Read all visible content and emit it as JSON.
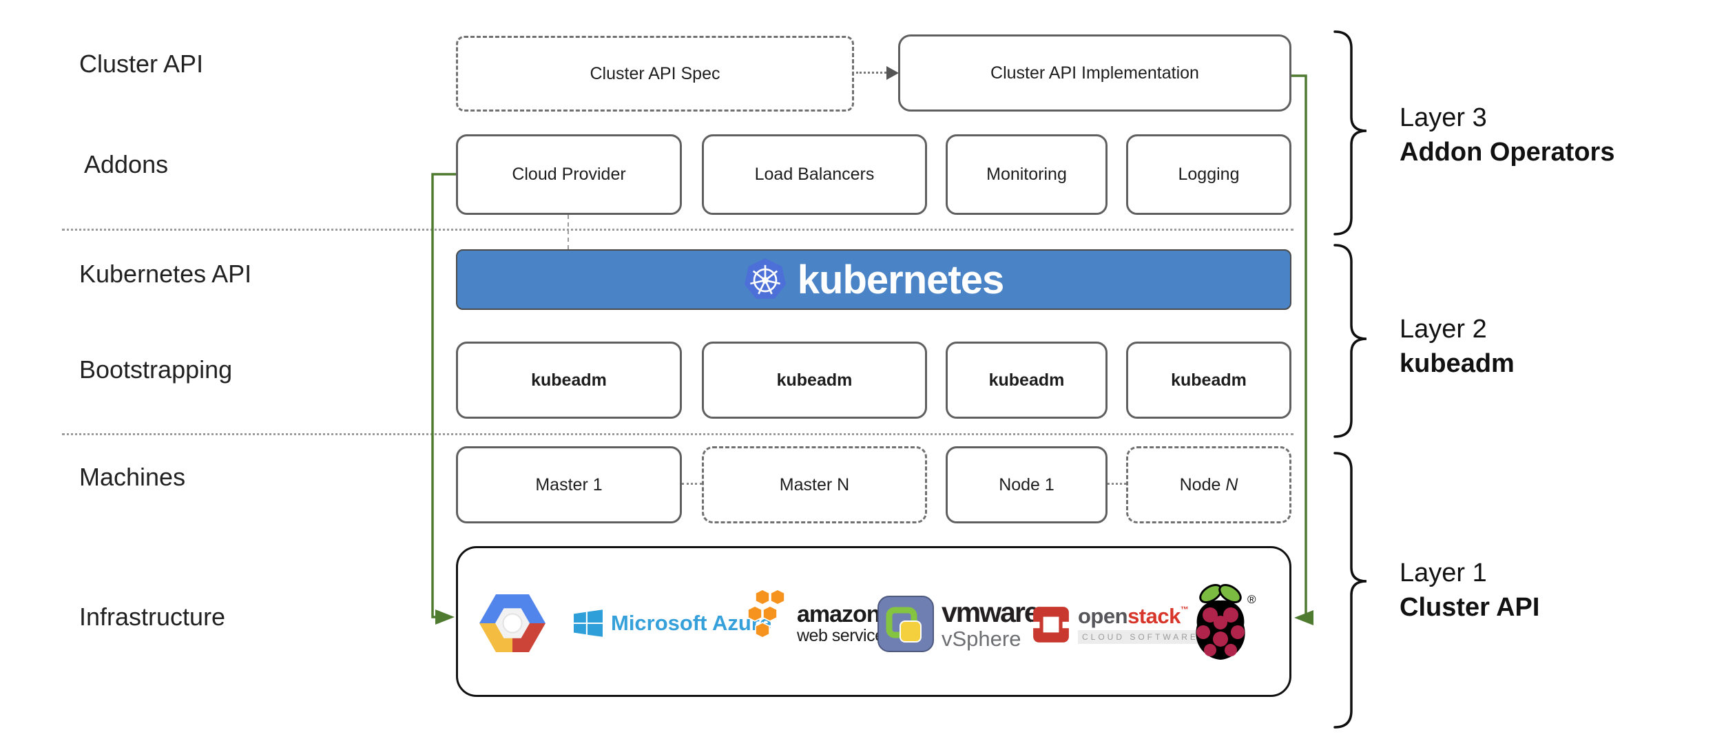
{
  "row_labels": [
    "Cluster API",
    "Addons",
    "Kubernetes API",
    "Bootstrapping",
    "Machines",
    "Infrastructure"
  ],
  "cluster_api_row": {
    "spec": "Cluster API Spec",
    "implementation": "Cluster API Implementation"
  },
  "addons_row": [
    "Cloud Provider",
    "Load Balancers",
    "Monitoring",
    "Logging"
  ],
  "kubernetes_banner": {
    "text": "kubernetes"
  },
  "bootstrapping_row": [
    "kubeadm",
    "kubeadm",
    "kubeadm",
    "kubeadm"
  ],
  "machines_row": {
    "master_1": "Master 1",
    "master_n": "Master N",
    "node_1": "Node 1",
    "node_n_prefix": "Node ",
    "node_n_var": "N"
  },
  "infrastructure": {
    "providers": [
      "Google Cloud Platform",
      "Microsoft Azure",
      "Amazon Web Services",
      "VMware vSphere",
      "OpenStack",
      "Raspberry Pi"
    ],
    "azure_text": "Microsoft Azure",
    "aws_line1": "amazon",
    "aws_line2": "web services",
    "vmware_line1": "vmware",
    "vmware_line2": "vSphere",
    "openstack_open": "open",
    "openstack_stack": "stack",
    "openstack_tm": "™",
    "openstack_sub": "CLOUD SOFTWARE",
    "registered_mark": "®"
  },
  "layers": [
    {
      "line1": "Layer 3",
      "line2": "Addon Operators"
    },
    {
      "line1": "Layer 2",
      "line2": "kubeadm"
    },
    {
      "line1": "Layer 1",
      "line2": "Cluster API"
    }
  ],
  "colors": {
    "banner_blue": "#4a84c6",
    "kubernetes_logo_blue": "#4d6fd8",
    "connector_green": "#4f7b30",
    "box_border_gray": "#5f5f5f"
  }
}
